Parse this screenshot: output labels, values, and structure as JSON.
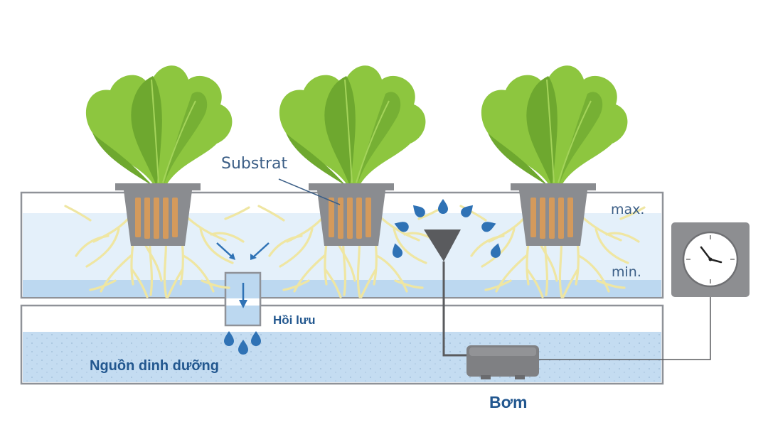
{
  "labels": {
    "substrat": "Substrat",
    "max": "max.",
    "min": "min.",
    "return_flow": "Hồi lưu",
    "nutrient_source": "Nguồn dinh dưỡng",
    "pump": "Bơm"
  },
  "colors": {
    "label_text": "#3b5e86",
    "label_bold": "#22578f",
    "upper_water": "#e4f0fa",
    "lower_water_band": "#bcd8f0",
    "reservoir_water": "#c4dcf1",
    "tank_outline": "#8f9298",
    "pot_grey": "#8a8c90",
    "substrate_orange": "#d49a5c",
    "leaf_light": "#8dc63f",
    "leaf_dark": "#6ea82f",
    "roots": "#efe6a2",
    "water_drop": "#2f72b5",
    "pump_body": "#7f8083",
    "timer_box": "#8d8e91"
  },
  "plants": [
    {
      "name": "plant-left"
    },
    {
      "name": "plant-center"
    },
    {
      "name": "plant-right"
    }
  ]
}
